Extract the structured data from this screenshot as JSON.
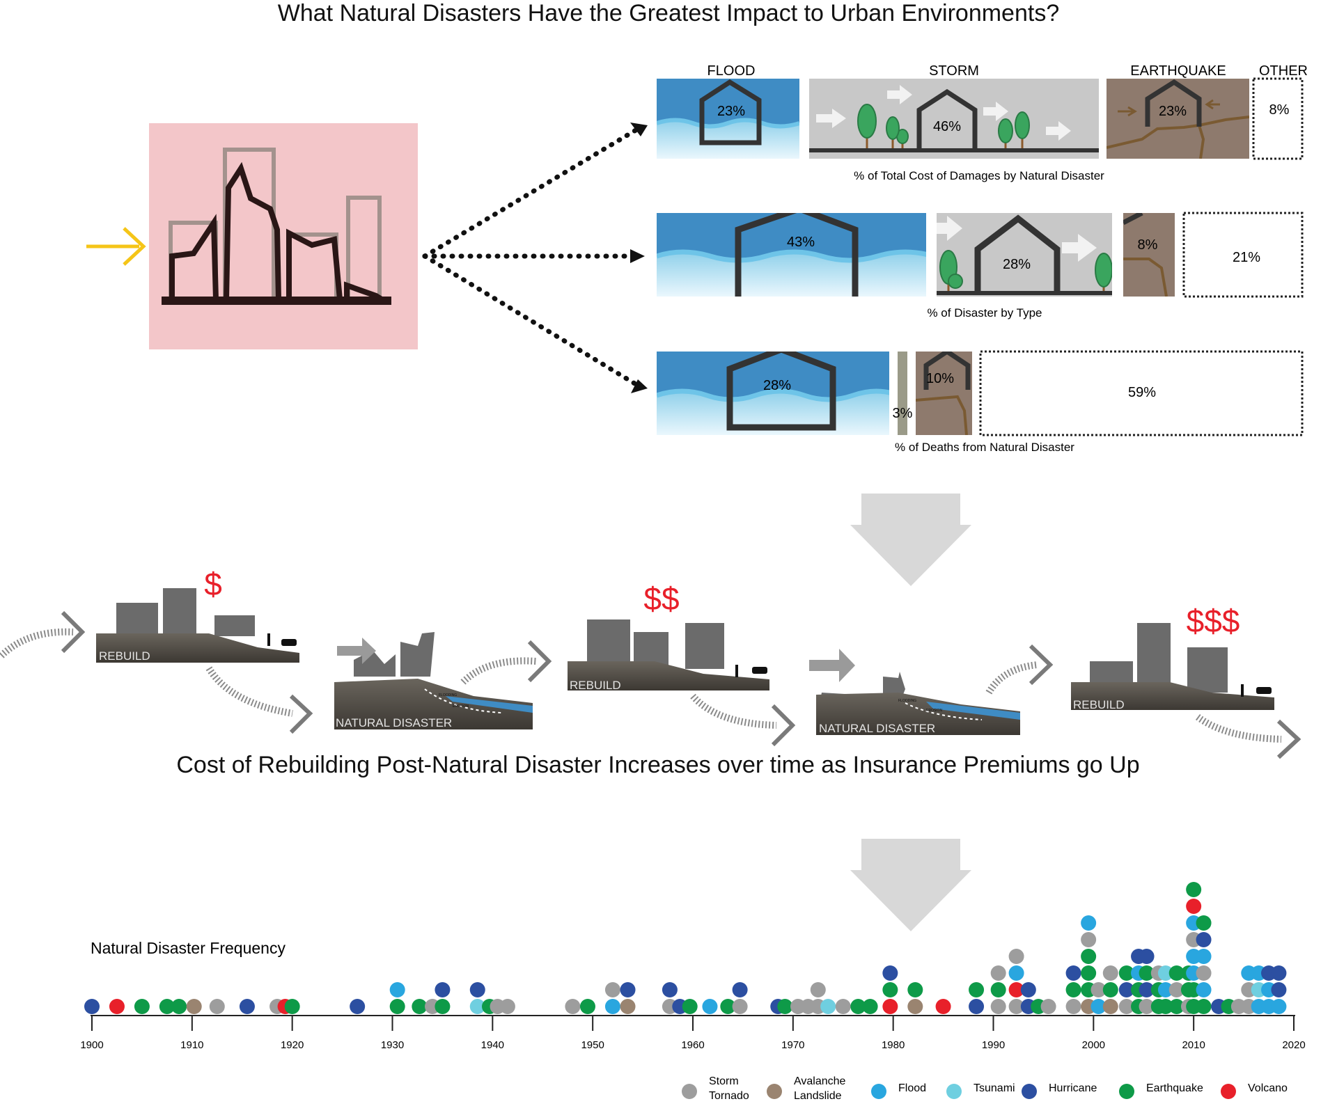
{
  "main_title": "What Natural Disasters Have the Greatest Impact to Urban Environments?",
  "category_headers": {
    "flood": "FLOOD",
    "storm": "STORM",
    "earthquake": "EARTHQUAKE",
    "other": "OTHER"
  },
  "colors": {
    "water_dark": "#3f8cc4",
    "water_light": "#9fd6ec",
    "storm_gray": "#c8c8c8",
    "earthquake_brown": "#8e7a6d",
    "crack": "#7a5a32",
    "pink_bg": "#f3c6c9",
    "arrow_yellow": "#f5c518",
    "dollar_red": "#e8202a",
    "tree_green": "#3aa55e",
    "arrow_light": "#d8d8d8"
  },
  "rows": [
    {
      "caption": "% of Total Cost of Damages by Natural Disaster",
      "values": {
        "flood": "23%",
        "storm": "46%",
        "earthquake": "23%",
        "other": "8%"
      }
    },
    {
      "caption": "% of Disaster by Type",
      "values": {
        "flood": "43%",
        "storm": "28%",
        "earthquake": "8%",
        "other": "21%"
      }
    },
    {
      "caption": "% of Deaths from Natural Disaster",
      "values": {
        "flood": "28%",
        "storm": "3%",
        "earthquake": "10%",
        "other": "59%"
      }
    }
  ],
  "cycle": {
    "labels": {
      "rebuild": "REBUILD",
      "disaster": "NATURAL DISASTER",
      "flooding": "FLOODING",
      "erosion": "EROSION"
    },
    "costs": [
      "$",
      "$$",
      "$$$"
    ]
  },
  "subtitle": "Cost of Rebuilding Post-Natural Disaster Increases over time as Insurance Premiums go Up",
  "timeline": {
    "title": "Natural Disaster Frequency",
    "ticks": [
      "1900",
      "1910",
      "1920",
      "1930",
      "1940",
      "1950",
      "1960",
      "1970",
      "1980",
      "1990",
      "2000",
      "2010",
      "2020"
    ],
    "legend": [
      {
        "key": "storm",
        "line1": "Storm",
        "line2": "Tornado",
        "color": "#9d9d9d"
      },
      {
        "key": "avalanche",
        "line1": "Avalanche",
        "line2": "Landslide",
        "color": "#9a8470"
      },
      {
        "key": "flood",
        "line1": "Flood",
        "line2": "",
        "color": "#29a6df"
      },
      {
        "key": "tsunami",
        "line1": "Tsunami",
        "line2": "",
        "color": "#6fcfe0"
      },
      {
        "key": "hurricane",
        "line1": "Hurricane",
        "line2": "",
        "color": "#2c4fa1"
      },
      {
        "key": "earthquake",
        "line1": "Earthquake",
        "line2": "",
        "color": "#0e9a48"
      },
      {
        "key": "volcano",
        "line1": "Volcano",
        "line2": "",
        "color": "#e8202a"
      }
    ],
    "events": [
      [
        1900,
        "hurricane",
        0
      ],
      [
        1902.5,
        "volcano",
        0
      ],
      [
        1905,
        "earthquake",
        0
      ],
      [
        1907.5,
        "earthquake",
        0
      ],
      [
        1908.7,
        "earthquake",
        0
      ],
      [
        1910.2,
        "avalanche",
        0
      ],
      [
        1912.5,
        "storm",
        0
      ],
      [
        1915.5,
        "hurricane",
        0
      ],
      [
        1918.5,
        "storm",
        0
      ],
      [
        1919.3,
        "volcano",
        0
      ],
      [
        1920,
        "earthquake",
        0
      ],
      [
        1926.5,
        "hurricane",
        0
      ],
      [
        1930.5,
        "earthquake",
        0
      ],
      [
        1930.5,
        "flood",
        1
      ],
      [
        1932.7,
        "earthquake",
        0
      ],
      [
        1934,
        "storm",
        0
      ],
      [
        1935,
        "earthquake",
        0
      ],
      [
        1935,
        "hurricane",
        1
      ],
      [
        1938.5,
        "tsunami",
        0
      ],
      [
        1938.5,
        "hurricane",
        1
      ],
      [
        1939.7,
        "earthquake",
        0
      ],
      [
        1940.5,
        "storm",
        0
      ],
      [
        1941.5,
        "storm",
        0
      ],
      [
        1948,
        "storm",
        0
      ],
      [
        1949.5,
        "earthquake",
        0
      ],
      [
        1952,
        "flood",
        0
      ],
      [
        1952,
        "storm",
        1
      ],
      [
        1953.5,
        "avalanche",
        0
      ],
      [
        1953.5,
        "hurricane",
        1
      ],
      [
        1957.7,
        "storm",
        0
      ],
      [
        1957.7,
        "hurricane",
        1
      ],
      [
        1958.7,
        "hurricane",
        0
      ],
      [
        1959.7,
        "earthquake",
        0
      ],
      [
        1961.7,
        "flood",
        0
      ],
      [
        1963.5,
        "earthquake",
        0
      ],
      [
        1964.7,
        "storm",
        0
      ],
      [
        1964.7,
        "hurricane",
        1
      ],
      [
        1968.5,
        "hurricane",
        0
      ],
      [
        1969.2,
        "earthquake",
        0
      ],
      [
        1970.5,
        "storm",
        0
      ],
      [
        1971.5,
        "storm",
        0
      ],
      [
        1972.5,
        "storm",
        0
      ],
      [
        1972.5,
        "storm",
        1
      ],
      [
        1973.5,
        "tsunami",
        0
      ],
      [
        1975,
        "storm",
        0
      ],
      [
        1976.5,
        "earthquake",
        0
      ],
      [
        1977.7,
        "earthquake",
        0
      ],
      [
        1979.7,
        "volcano",
        0
      ],
      [
        1979.7,
        "earthquake",
        1
      ],
      [
        1979.7,
        "hurricane",
        2
      ],
      [
        1982.2,
        "avalanche",
        0
      ],
      [
        1982.2,
        "earthquake",
        1
      ],
      [
        1985,
        "volcano",
        0
      ],
      [
        1988.3,
        "hurricane",
        0
      ],
      [
        1988.3,
        "earthquake",
        1
      ],
      [
        1990.5,
        "storm",
        0
      ],
      [
        1990.5,
        "earthquake",
        1
      ],
      [
        1990.5,
        "storm",
        2
      ],
      [
        1992.3,
        "storm",
        0
      ],
      [
        1992.3,
        "volcano",
        1
      ],
      [
        1992.3,
        "flood",
        2
      ],
      [
        1992.3,
        "storm",
        3
      ],
      [
        1993.5,
        "hurricane",
        0
      ],
      [
        1993.5,
        "hurricane",
        1
      ],
      [
        1994.5,
        "earthquake",
        0
      ],
      [
        1995.5,
        "storm",
        0
      ],
      [
        1998,
        "storm",
        0
      ],
      [
        1998,
        "earthquake",
        1
      ],
      [
        1998,
        "hurricane",
        2
      ],
      [
        1999.5,
        "avalanche",
        0
      ],
      [
        1999.5,
        "earthquake",
        1
      ],
      [
        1999.5,
        "earthquake",
        2
      ],
      [
        1999.5,
        "earthquake",
        3
      ],
      [
        1999.5,
        "storm",
        4
      ],
      [
        1999.5,
        "flood",
        5
      ],
      [
        2000.5,
        "flood",
        0
      ],
      [
        2000.5,
        "storm",
        1
      ],
      [
        2001.7,
        "avalanche",
        0
      ],
      [
        2001.7,
        "earthquake",
        1
      ],
      [
        2001.7,
        "storm",
        2
      ],
      [
        2003.3,
        "storm",
        0
      ],
      [
        2003.3,
        "hurricane",
        1
      ],
      [
        2003.3,
        "earthquake",
        2
      ],
      [
        2004.5,
        "earthquake",
        0
      ],
      [
        2004.5,
        "earthquake",
        1
      ],
      [
        2004.5,
        "flood",
        2
      ],
      [
        2004.5,
        "hurricane",
        3
      ],
      [
        2005.3,
        "storm",
        0
      ],
      [
        2005.3,
        "hurricane",
        1
      ],
      [
        2005.3,
        "earthquake",
        2
      ],
      [
        2005.3,
        "hurricane",
        3
      ],
      [
        2006.5,
        "earthquake",
        0
      ],
      [
        2006.5,
        "earthquake",
        1
      ],
      [
        2006.5,
        "storm",
        2
      ],
      [
        2007.2,
        "earthquake",
        0
      ],
      [
        2007.2,
        "flood",
        1
      ],
      [
        2007.2,
        "tsunami",
        2
      ],
      [
        2008.3,
        "earthquake",
        0
      ],
      [
        2008.3,
        "storm",
        1
      ],
      [
        2008.3,
        "earthquake",
        2
      ],
      [
        2009.5,
        "storm",
        0
      ],
      [
        2009.5,
        "earthquake",
        1
      ],
      [
        2009.5,
        "earthquake",
        2
      ],
      [
        2010,
        "earthquake",
        0
      ],
      [
        2010,
        "earthquake",
        1
      ],
      [
        2010,
        "flood",
        2
      ],
      [
        2010,
        "flood",
        3
      ],
      [
        2010,
        "storm",
        4
      ],
      [
        2010,
        "flood",
        5
      ],
      [
        2010,
        "volcano",
        6
      ],
      [
        2010,
        "earthquake",
        7
      ],
      [
        2011,
        "earthquake",
        0
      ],
      [
        2011,
        "flood",
        1
      ],
      [
        2011,
        "storm",
        2
      ],
      [
        2011,
        "flood",
        3
      ],
      [
        2011,
        "hurricane",
        4
      ],
      [
        2011,
        "earthquake",
        5
      ],
      [
        2012.5,
        "hurricane",
        0
      ],
      [
        2013.5,
        "earthquake",
        0
      ],
      [
        2014.5,
        "storm",
        0
      ],
      [
        2015.5,
        "storm",
        0
      ],
      [
        2015.5,
        "storm",
        1
      ],
      [
        2015.5,
        "flood",
        2
      ],
      [
        2016.5,
        "flood",
        0
      ],
      [
        2016.5,
        "tsunami",
        1
      ],
      [
        2016.5,
        "flood",
        2
      ],
      [
        2017.5,
        "flood",
        0
      ],
      [
        2017.5,
        "flood",
        1
      ],
      [
        2017.5,
        "hurricane",
        2
      ],
      [
        2018.5,
        "flood",
        0
      ],
      [
        2018.5,
        "hurricane",
        1
      ],
      [
        2018.5,
        "hurricane",
        2
      ]
    ]
  }
}
